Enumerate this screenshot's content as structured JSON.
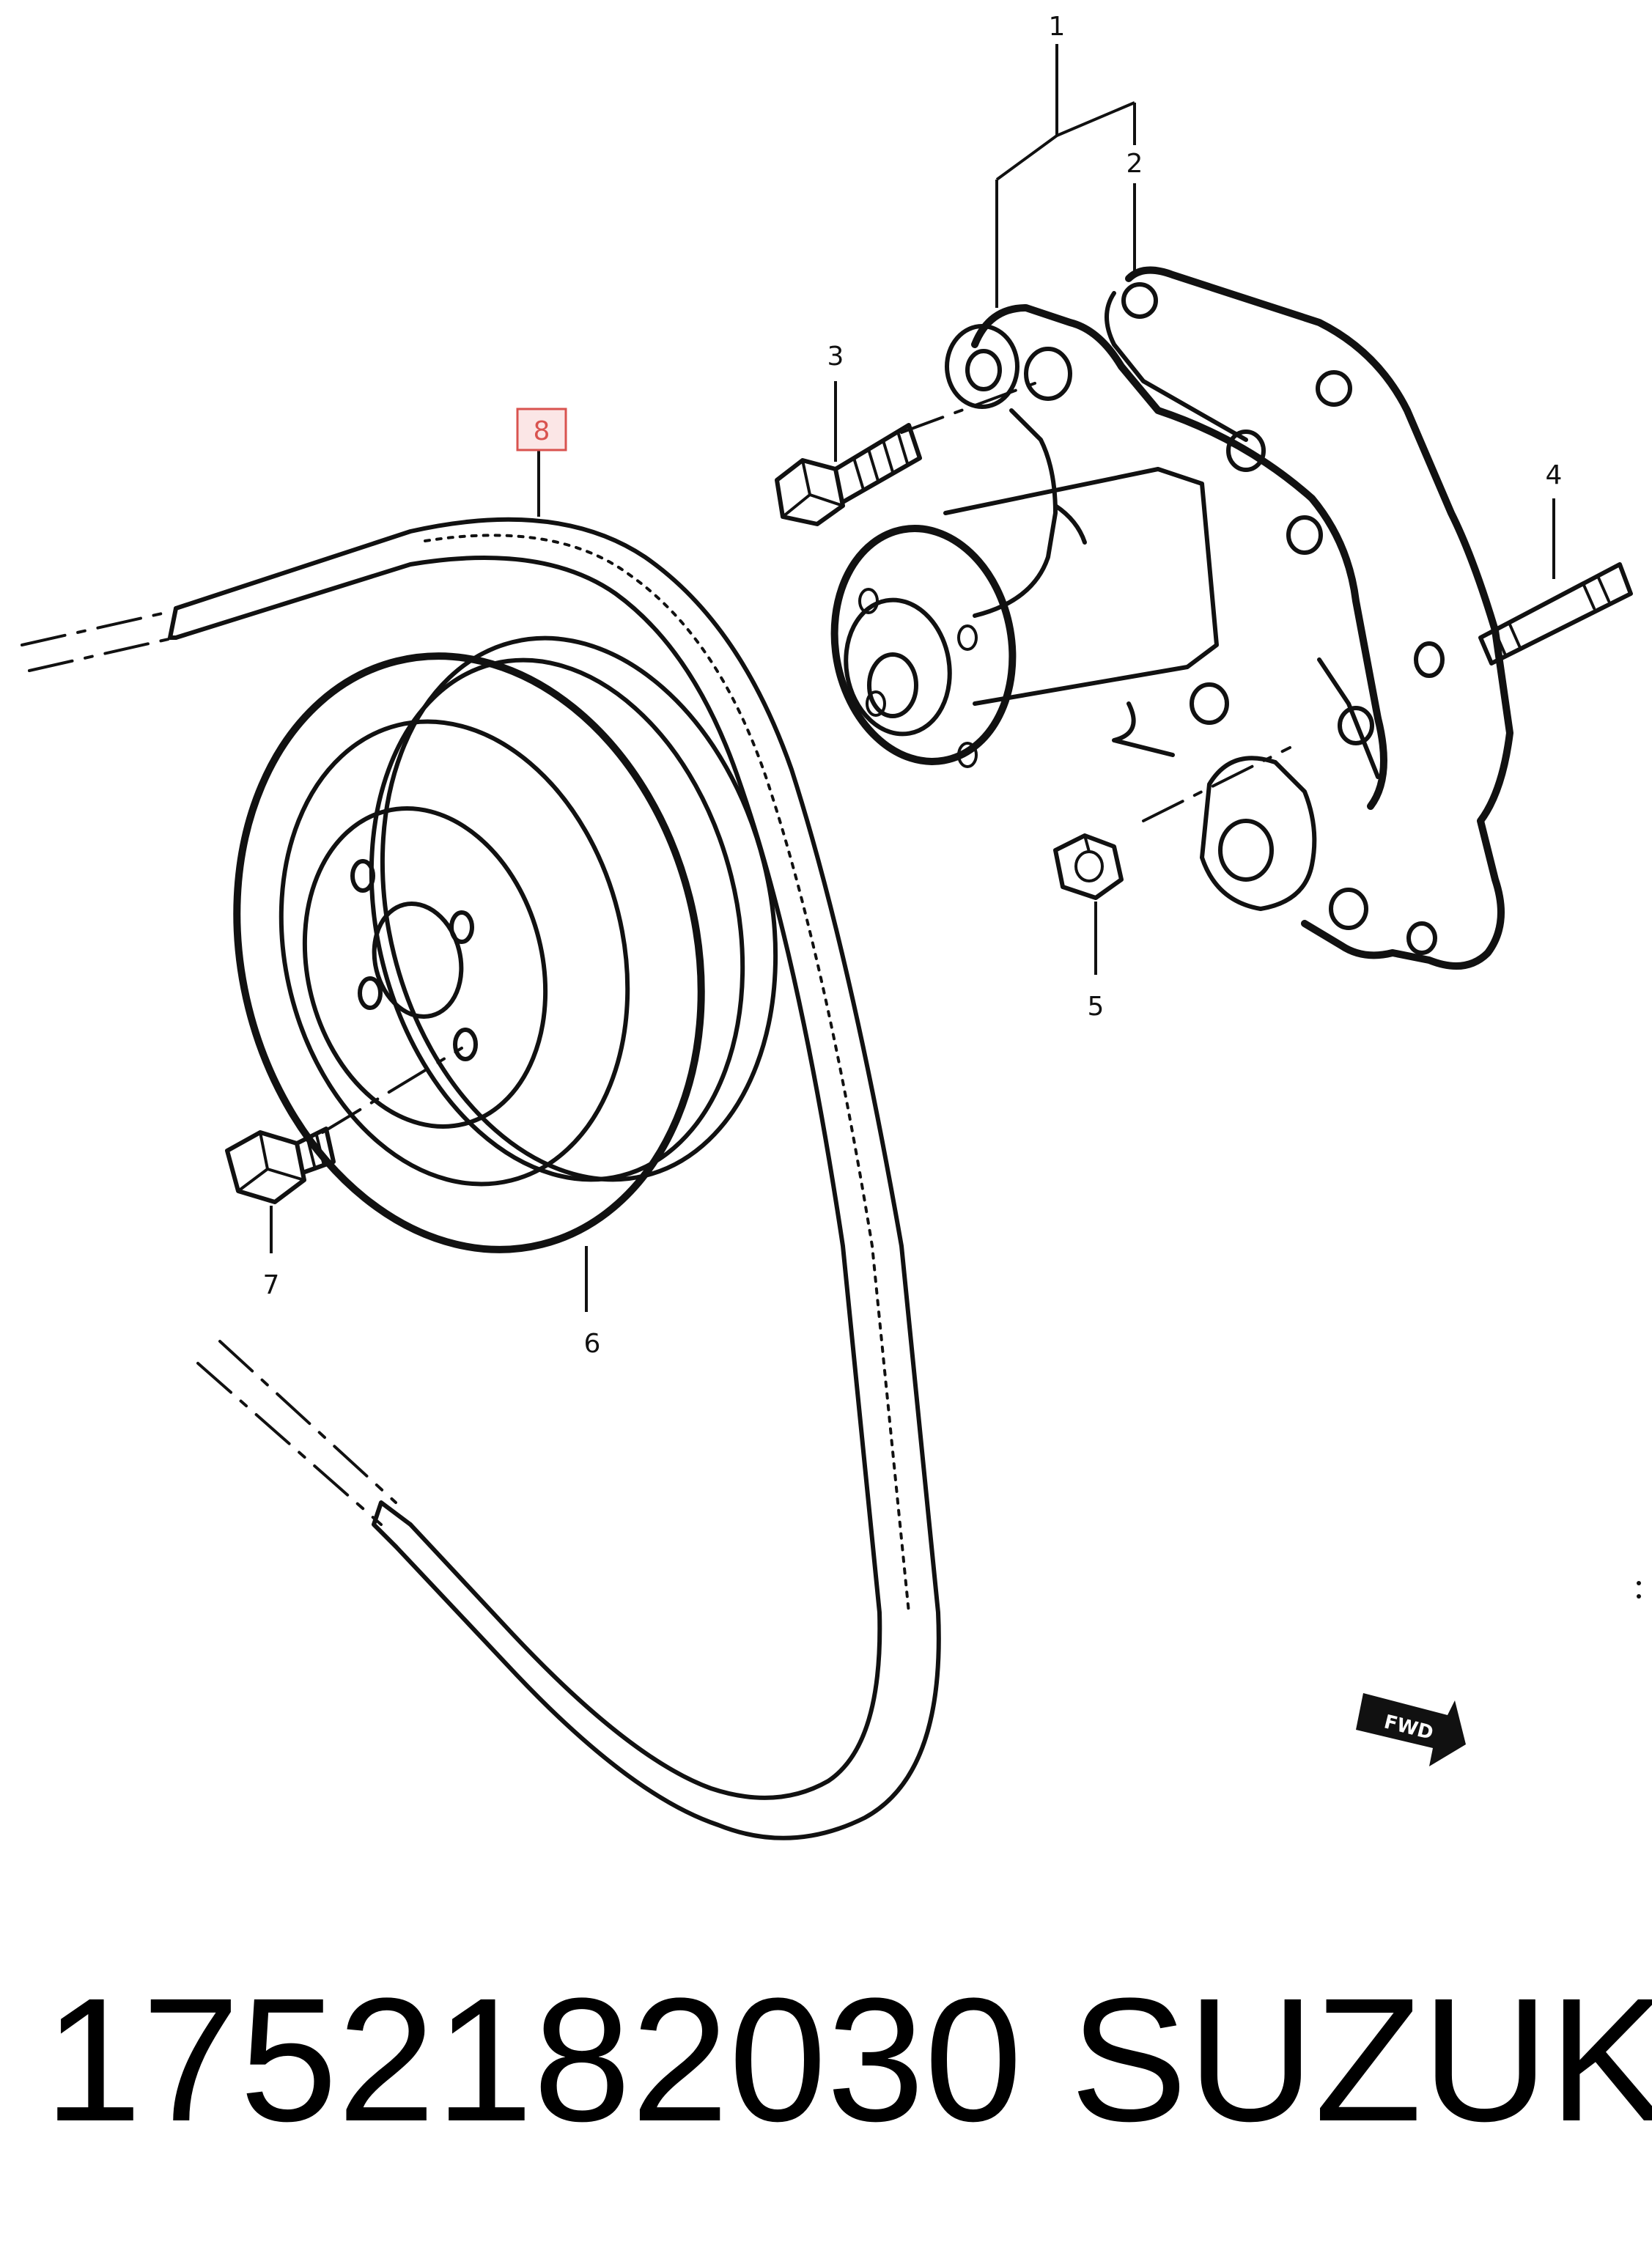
{
  "diagram": {
    "callouts": [
      {
        "id": "1",
        "label": "1"
      },
      {
        "id": "2",
        "label": "2"
      },
      {
        "id": "3",
        "label": "3"
      },
      {
        "id": "4",
        "label": "4"
      },
      {
        "id": "5",
        "label": "5"
      },
      {
        "id": "6",
        "label": "6"
      },
      {
        "id": "7",
        "label": "7"
      },
      {
        "id": "8",
        "label": "8",
        "highlighted": true
      }
    ],
    "direction_marker": "FWD",
    "highlight_color": "#d9534f"
  },
  "caption": {
    "part_number": "1752182030",
    "brand": "SUZUKI"
  }
}
